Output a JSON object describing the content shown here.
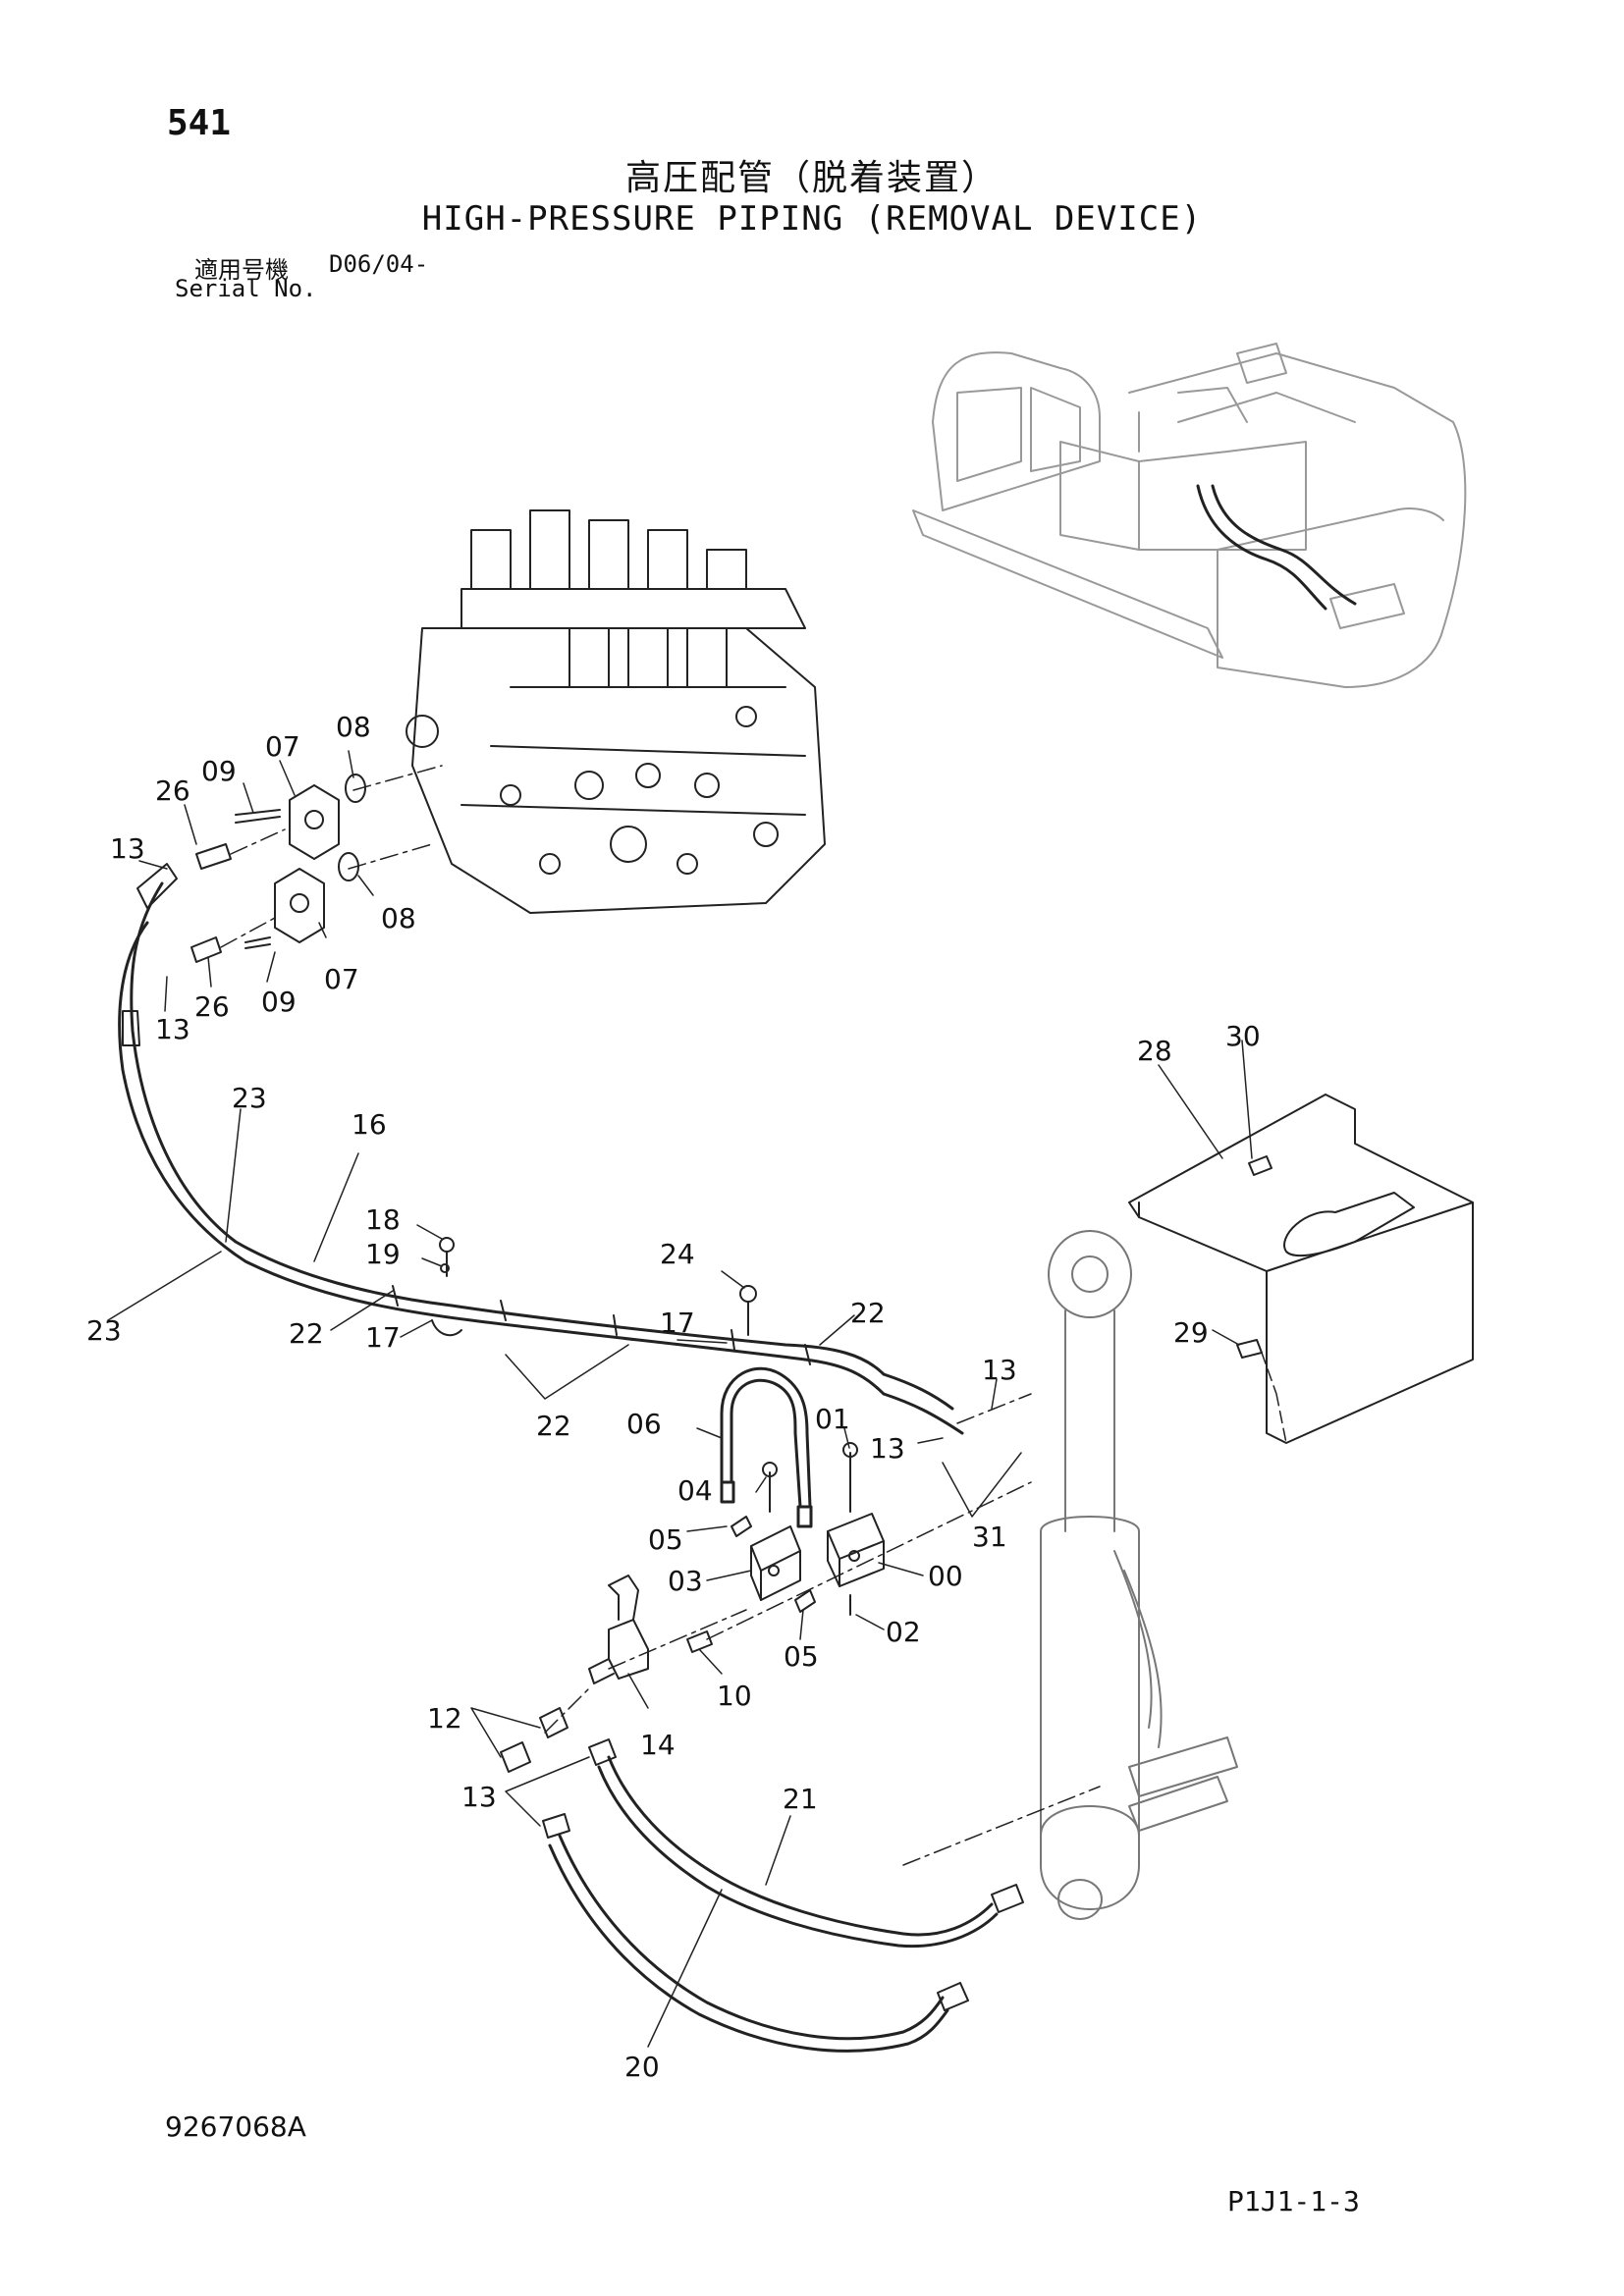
{
  "page_number": "541",
  "title_jp": "高圧配管（脱着装置）",
  "title_en": "HIGH-PRESSURE PIPING (REMOVAL DEVICE)",
  "serial": {
    "label_jp": "適用号機",
    "value": "D06/04-",
    "label_en": "Serial No."
  },
  "callouts": {
    "p07a": "07",
    "p08a": "08",
    "p09a": "09",
    "p26a": "26",
    "p13a": "13",
    "p08b": "08",
    "p07b": "07",
    "p09b": "09",
    "p26b": "26",
    "p13b": "13",
    "p23a": "23",
    "p16": "16",
    "p18": "18",
    "p19": "19",
    "p23b": "23",
    "p22a": "22",
    "p17a": "17",
    "p24": "24",
    "p17b": "17",
    "p22b": "22",
    "p22c": "22",
    "p06": "06",
    "p01": "01",
    "p13c": "13",
    "p13d": "13",
    "p31": "31",
    "p04": "04",
    "p05a": "05",
    "p03": "03",
    "p00": "00",
    "p02": "02",
    "p05b": "05",
    "p10": "10",
    "p12": "12",
    "p14": "14",
    "p13e": "13",
    "p21": "21",
    "p20": "20",
    "p28": "28",
    "p30": "30",
    "p29": "29"
  },
  "doc_id": "9267068A",
  "sheet_code": "P1J1-1-3"
}
